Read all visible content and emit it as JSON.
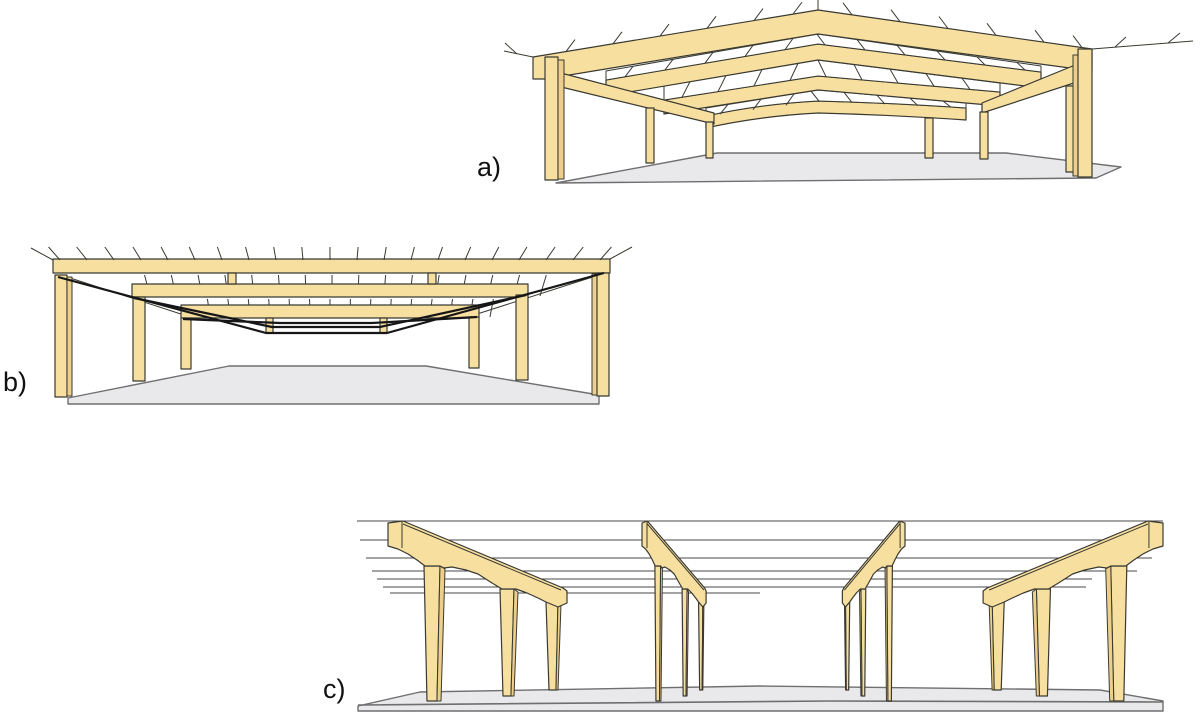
{
  "figure": {
    "labels": [
      {
        "id": "a",
        "text": "a)"
      },
      {
        "id": "b",
        "text": "b)"
      },
      {
        "id": "c",
        "text": "c)"
      }
    ]
  },
  "structures": {
    "a": "gabled-timber-frame-hall",
    "b": "flat-roof-hall-with-underslung-cable-beams",
    "c": "inclined-haunched-beam-frames-hall"
  },
  "palette": {
    "wood": "#F7DFA0",
    "wood-shade": "#EDCF8B",
    "outline": "#3A3A32",
    "floor": "#E9E9EC",
    "floor-edge": "#6F6F6F",
    "cable": "#161616",
    "line": "#4A4A4A",
    "background": "#FFFFFF",
    "label-color": "#111111"
  }
}
